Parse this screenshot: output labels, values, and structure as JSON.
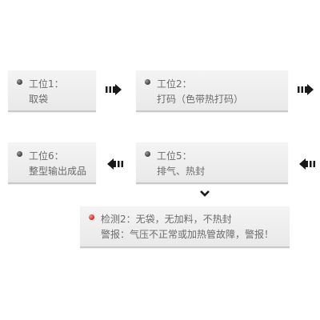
{
  "stations": [
    {
      "title": "工位1：",
      "desc": "取袋"
    },
    {
      "title": "工位2：",
      "desc": "打码（色带热打码）"
    },
    {
      "title": "工位6：",
      "desc": "整型输出成品"
    },
    {
      "title": "工位5：",
      "desc": "排气、热封"
    }
  ],
  "detection": {
    "line1": "检测2：无袋，无加料，不热封",
    "line2": "警报：气压不正常或加热管故障，警报！"
  },
  "colors": {
    "card_bg": "#eeeeee",
    "text": "#6b6b6b",
    "arrow": "#1a1a1a",
    "alert_dot": "#d8201c"
  }
}
